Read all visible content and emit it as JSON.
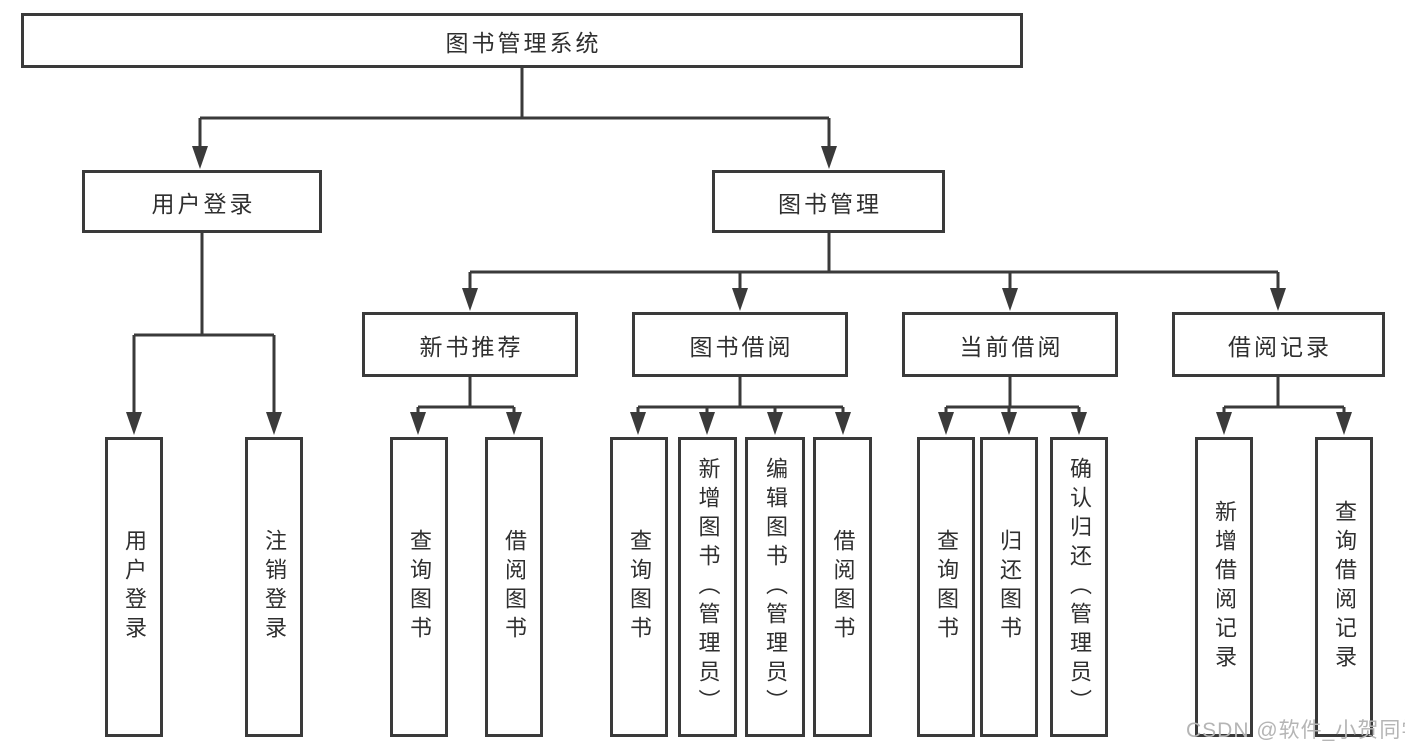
{
  "diagram": {
    "root": {
      "label": "图书管理系统"
    },
    "branches": [
      {
        "label": "用户登录",
        "children": [
          {
            "label": "用户登录"
          },
          {
            "label": "注销登录"
          }
        ]
      },
      {
        "label": "图书管理",
        "groups": [
          {
            "label": "新书推荐",
            "children": [
              {
                "label": "查询图书"
              },
              {
                "label": "借阅图书"
              }
            ]
          },
          {
            "label": "图书借阅",
            "children": [
              {
                "label": "查询图书"
              },
              {
                "label": "新增图书（管理员）"
              },
              {
                "label": "编辑图书（管理员）"
              },
              {
                "label": "借阅图书"
              }
            ]
          },
          {
            "label": "当前借阅",
            "children": [
              {
                "label": "查询图书"
              },
              {
                "label": "归还图书"
              },
              {
                "label": "确认归还（管理员）"
              }
            ]
          },
          {
            "label": "借阅记录",
            "children": [
              {
                "label": "新增借阅记录"
              },
              {
                "label": "查询借阅记录"
              }
            ]
          }
        ]
      }
    ]
  },
  "watermark": {
    "text": "CSDN @软件_小贺同学"
  },
  "colors": {
    "line": "#3a3a3a",
    "box_border": "#3a3a3a",
    "box_fill": "#ffffff",
    "text": "#2f2f2f",
    "watermark": "#b5b5b5"
  }
}
